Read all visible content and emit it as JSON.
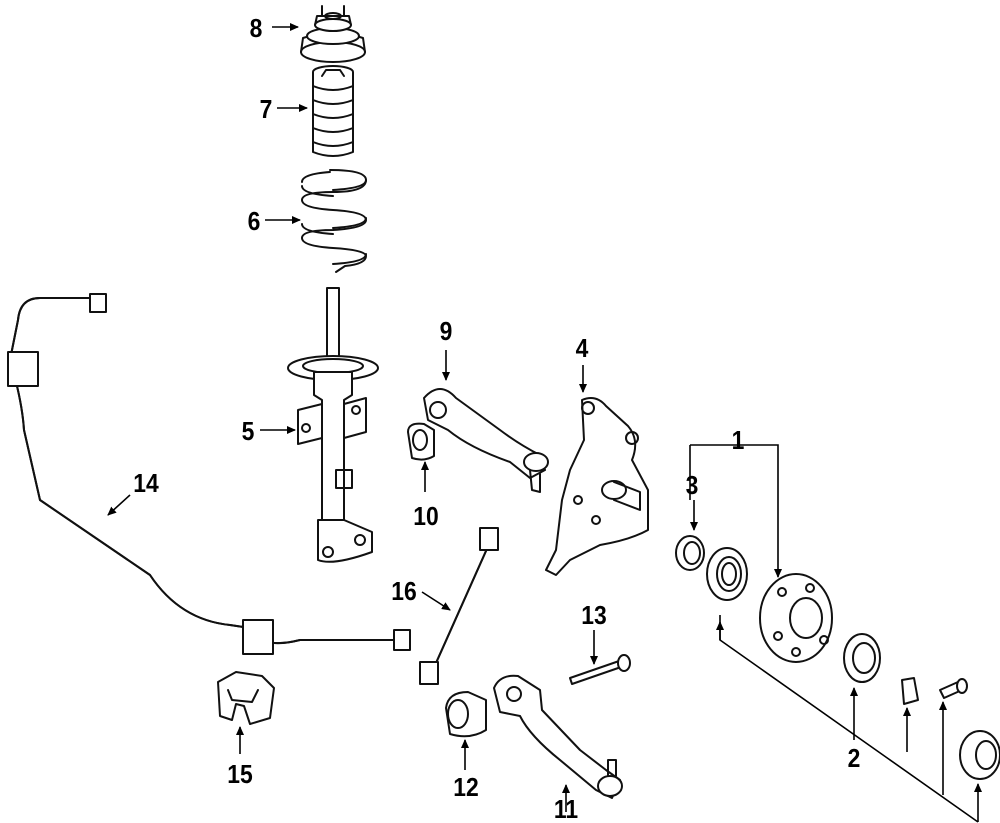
{
  "callouts": {
    "c1": "1",
    "c2": "2",
    "c3": "3",
    "c4": "4",
    "c5": "5",
    "c6": "6",
    "c7": "7",
    "c8": "8",
    "c9": "9",
    "c10": "10",
    "c11": "11",
    "c12": "12",
    "c13": "13",
    "c14": "14",
    "c15": "15",
    "c16": "16"
  },
  "colors": {
    "ink": "#000000",
    "background": "#ffffff"
  }
}
